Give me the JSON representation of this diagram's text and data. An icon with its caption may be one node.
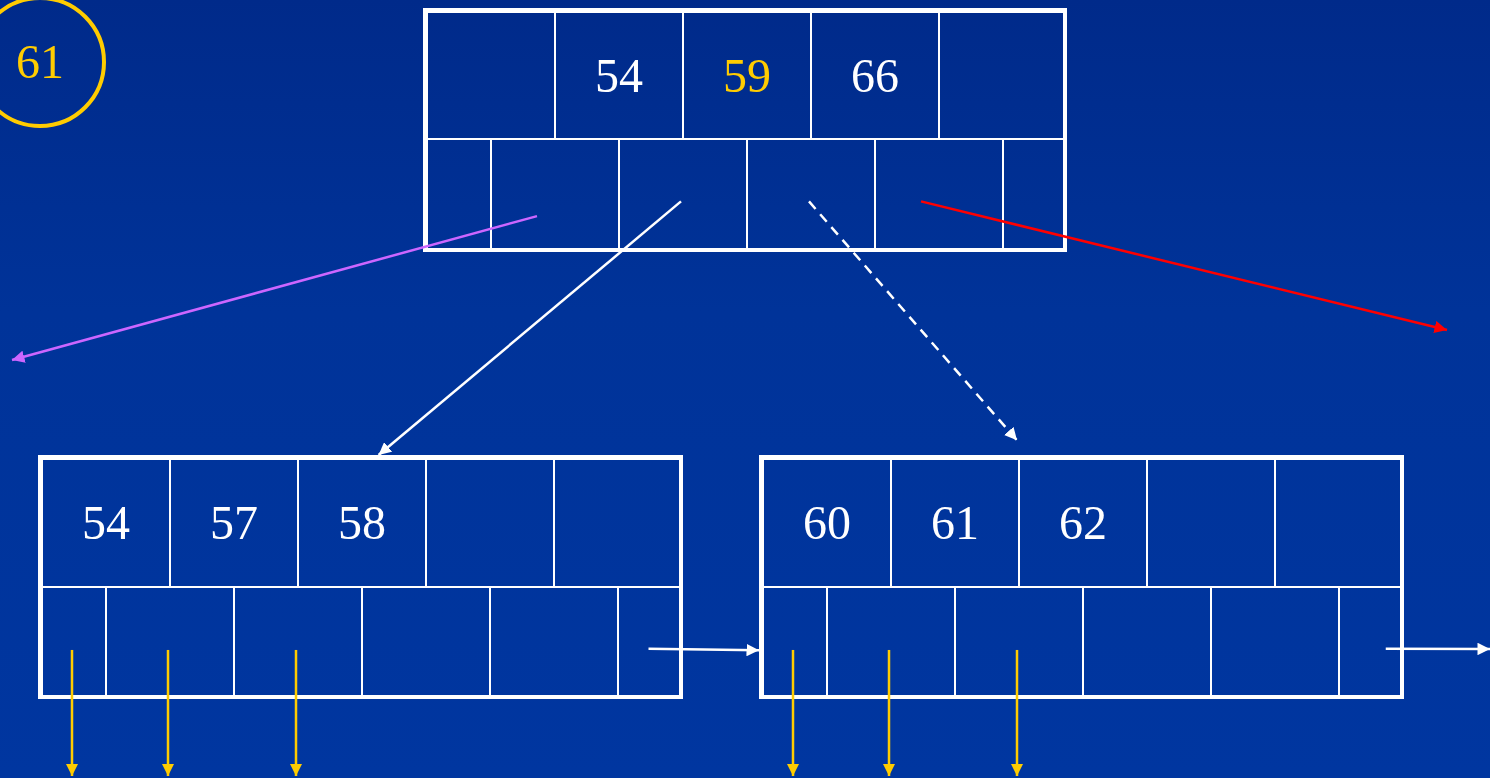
{
  "diagram": {
    "nodes": [
      {
        "text": [
          "61"
        ]
      },
      {
        "text": [],
        "shape": "box"
      },
      {
        "text": [],
        "shape": "box",
        "in": 1
      },
      {
        "text": [
          "54"
        ],
        "in": 1
      },
      {
        "text": [
          "59"
        ],
        "in": 1
      },
      {
        "text": [
          "66"
        ],
        "in": 1
      },
      {
        "text": [],
        "shape": "box",
        "in": 1
      },
      {
        "text": [],
        "shape": "box",
        "in": 1
      },
      {
        "text": [],
        "shape": "box",
        "in": 1
      },
      {
        "text": [],
        "shape": "box",
        "in": 1
      },
      {
        "text": [],
        "shape": "box",
        "in": 1
      },
      {
        "text": [],
        "shape": "box",
        "in": 1
      },
      {
        "text": [],
        "shape": "box",
        "in": 1
      },
      {
        "text": [],
        "shape": "box"
      },
      {
        "text": [
          "54"
        ],
        "in": 13
      },
      {
        "text": [
          "57"
        ],
        "in": 13
      },
      {
        "text": [
          "58"
        ],
        "in": 13
      },
      {
        "text": [],
        "shape": "box",
        "in": 13
      },
      {
        "text": [],
        "shape": "box",
        "in": 13
      },
      {
        "text": [],
        "shape": "box",
        "in": 13
      },
      {
        "text": [],
        "shape": "box",
        "in": 13
      },
      {
        "text": [],
        "shape": "box",
        "in": 13
      },
      {
        "text": [],
        "shape": "box",
        "in": 13
      },
      {
        "text": [],
        "shape": "box",
        "in": 13
      },
      {
        "text": [],
        "shape": "box",
        "in": 13
      },
      {
        "text": [],
        "shape": "box"
      },
      {
        "text": [
          "60"
        ],
        "in": 25
      },
      {
        "text": [
          "61"
        ],
        "in": 25
      },
      {
        "text": [
          "62"
        ],
        "in": 25
      },
      {
        "text": [],
        "shape": "box",
        "in": 25
      },
      {
        "text": [],
        "shape": "box",
        "in": 25
      },
      {
        "text": [],
        "shape": "box",
        "in": 25
      },
      {
        "text": [],
        "shape": "box",
        "in": 25
      },
      {
        "text": [],
        "shape": "box",
        "in": 25
      },
      {
        "text": [],
        "shape": "box",
        "in": 25
      },
      {
        "text": [],
        "shape": "box",
        "in": 25
      },
      {
        "text": [],
        "shape": "box",
        "in": 25
      }
    ],
    "edges": [
      {
        "from": 8,
        "to": null,
        "arrow": "to",
        "color": "#cc66ff"
      },
      {
        "from": 9,
        "to": 13,
        "arrow": "to",
        "color": "#ffffff"
      },
      {
        "from": 10,
        "to": 25,
        "arrow": "to",
        "style": "dashed",
        "color": "#ffffff"
      },
      {
        "from": 11,
        "to": null,
        "arrow": "to",
        "color": "#ff0000"
      },
      {
        "from": 24,
        "to": 25,
        "arrow": "to",
        "color": "#ffffff"
      },
      {
        "from": 36,
        "to": null,
        "arrow": "to",
        "color": "#ffffff"
      },
      {
        "from": 19,
        "to": null,
        "arrow": "to",
        "color": "#ffcc00"
      },
      {
        "from": 20,
        "to": null,
        "arrow": "to",
        "color": "#ffcc00"
      },
      {
        "from": 21,
        "to": null,
        "arrow": "to",
        "color": "#ffcc00"
      },
      {
        "from": 31,
        "to": null,
        "arrow": "to",
        "color": "#ffcc00"
      },
      {
        "from": 32,
        "to": null,
        "arrow": "to",
        "color": "#ffcc00"
      },
      {
        "from": 33,
        "to": null,
        "arrow": "to",
        "color": "#ffcc00"
      }
    ]
  }
}
